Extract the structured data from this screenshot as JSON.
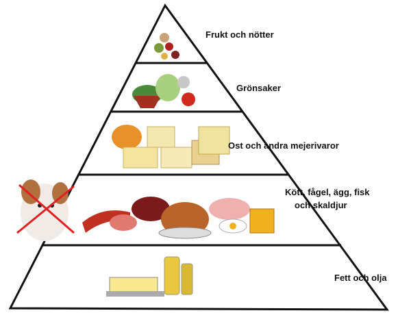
{
  "title": "Matpyramid",
  "levels": [
    {
      "label": "Frukt och nötter"
    },
    {
      "label": "Grönsaker"
    },
    {
      "label": "Ost och andra mejerivaror"
    },
    {
      "label_line1": "Kött, fågel, ägg, fisk",
      "label_line2": "och skaldjur"
    },
    {
      "label": "Fett och olja"
    }
  ],
  "colors": {
    "outline": "#111111",
    "cross": "#e02020"
  }
}
